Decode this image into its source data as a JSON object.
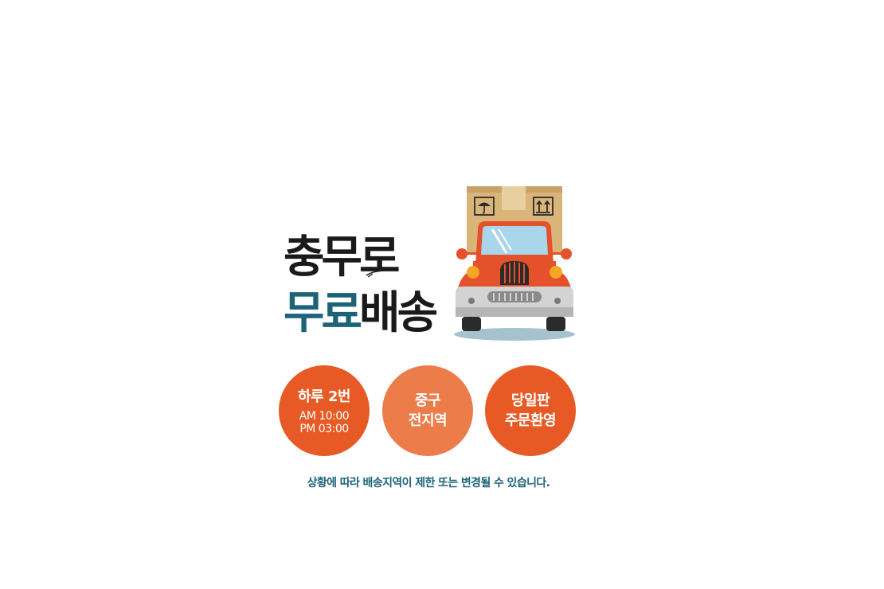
{
  "headline": {
    "line1": "충무로",
    "line2_part1": "무료",
    "line2_part2": "배송"
  },
  "badges": [
    {
      "title": "하루 2번",
      "sub1": "AM 10:00",
      "sub2": "PM 03:00"
    },
    {
      "line1": "중구",
      "line2": "전지역"
    },
    {
      "line1": "당일판",
      "line2": "주문환영"
    }
  ],
  "notice": "상황에 따라 배송지역이 제한 또는 변경될 수 있습니다.",
  "colors": {
    "teal": "#1d6378",
    "orange": "#e75a26",
    "orange_light": "#ec7d4b",
    "truck_body": "#e4512a",
    "box": "#d9b57a"
  },
  "icons": [
    "umbrella-icon",
    "this-side-up-icon",
    "delivery-truck-icon"
  ]
}
